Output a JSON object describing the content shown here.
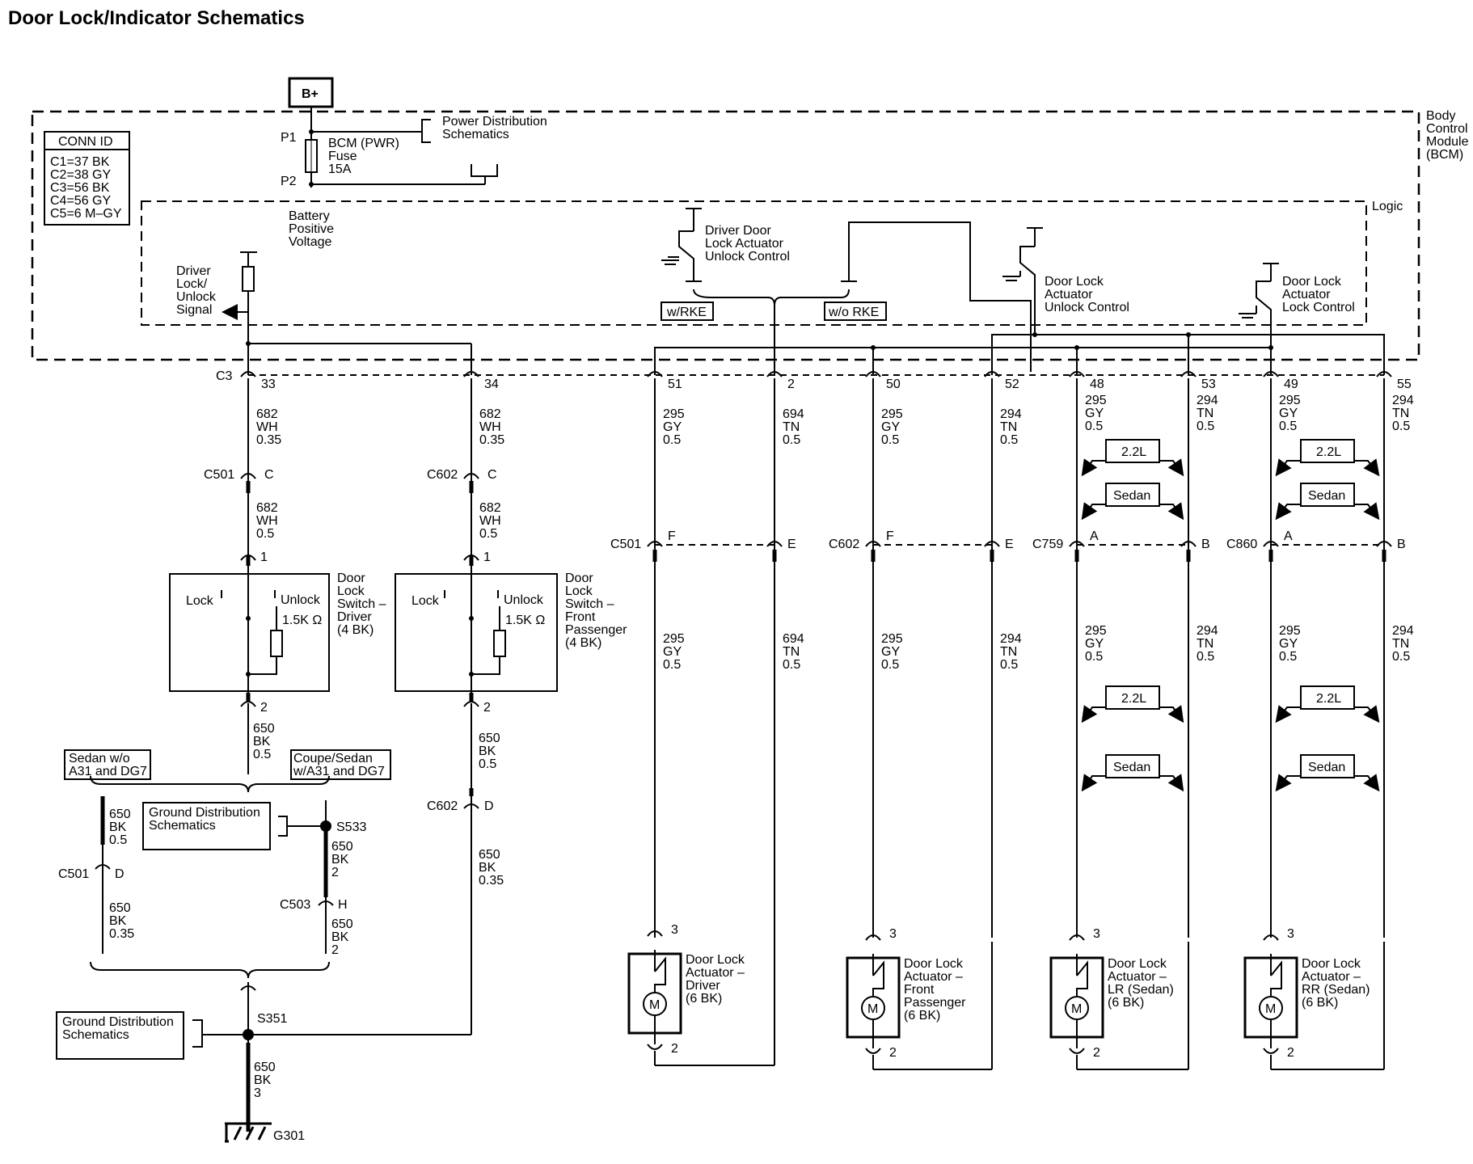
{
  "title": "Door Lock/Indicator Schematics",
  "power": {
    "label": "B+",
    "p1": "P1",
    "p2": "P2",
    "fuse": [
      "BCM (PWR)",
      "Fuse",
      "15A"
    ],
    "power_dist": [
      "Power Distribution",
      "Schematics"
    ],
    "bpv": [
      "Battery",
      "Positive",
      "Voltage"
    ]
  },
  "bcm": {
    "label": [
      "Body",
      "Control",
      "Module",
      "(BCM)"
    ],
    "logic": "Logic"
  },
  "conn_id": {
    "title": "CONN ID",
    "lines": [
      "C1=37 BK",
      "C2=38 GY",
      "C3=56 BK",
      "C4=56 GY",
      "C5=6 M–GY"
    ]
  },
  "logic_labels": {
    "driver_signal": [
      "Driver",
      "Lock/",
      "Unlock",
      "Signal"
    ],
    "driver_unlock_ctl": [
      "Driver Door",
      "Lock Actuator",
      "Unlock Control"
    ],
    "unlock_ctl": [
      "Door Lock",
      "Actuator",
      "Unlock Control"
    ],
    "lock_ctl": [
      "Door Lock",
      "Actuator",
      "Lock Control"
    ],
    "wrke": "w/RKE",
    "worke": "w/o RKE"
  },
  "c3": "C3",
  "pins": [
    "33",
    "34",
    "51",
    "2",
    "50",
    "52",
    "48",
    "53",
    "49",
    "55"
  ],
  "wires_top": [
    [
      "682",
      "WH",
      "0.35"
    ],
    [
      "682",
      "WH",
      "0.35"
    ],
    [
      "295",
      "GY",
      "0.5"
    ],
    [
      "694",
      "TN",
      "0.5"
    ],
    [
      "295",
      "GY",
      "0.5"
    ],
    [
      "294",
      "TN",
      "0.5"
    ],
    [
      "295",
      "GY",
      "0.5"
    ],
    [
      "294",
      "TN",
      "0.5"
    ],
    [
      "295",
      "GY",
      "0.5"
    ],
    [
      "294",
      "TN",
      "0.5"
    ]
  ],
  "wires_mid": [
    [
      "682",
      "WH",
      "0.5"
    ],
    [
      "682",
      "WH",
      "0.5"
    ]
  ],
  "wires_act": [
    [
      "295",
      "GY",
      "0.5"
    ],
    [
      "694",
      "TN",
      "0.5"
    ],
    [
      "295",
      "GY",
      "0.5"
    ],
    [
      "294",
      "TN",
      "0.5"
    ],
    [
      "295",
      "GY",
      "0.5"
    ],
    [
      "294",
      "TN",
      "0.5"
    ],
    [
      "295",
      "GY",
      "0.5"
    ],
    [
      "294",
      "TN",
      "0.5"
    ]
  ],
  "conn_labels": {
    "c501": "C501",
    "c602": "C602",
    "c759": "C759",
    "c860": "C860",
    "c503": "C503",
    "C": "C",
    "D": "D",
    "E": "E",
    "F": "F",
    "A": "A",
    "B": "B",
    "H": "H",
    "one": "1",
    "two": "2",
    "three": "3"
  },
  "option_labels": {
    "l22": "2.2L",
    "sedan": "Sedan"
  },
  "switches": [
    {
      "name": [
        "Door",
        "Lock",
        "Switch –",
        "Driver",
        "(4 BK)"
      ],
      "lock": "Lock",
      "unlock": "Unlock",
      "res": "1.5K Ω"
    },
    {
      "name": [
        "Door",
        "Lock",
        "Switch –",
        "Front",
        "Passenger",
        "(4 BK)"
      ],
      "lock": "Lock",
      "unlock": "Unlock",
      "res": "1.5K Ω"
    }
  ],
  "ground": {
    "sedan_wo": [
      "Sedan w/o",
      "A31 and DG7"
    ],
    "coupe_sedan": [
      "Coupe/Sedan",
      "w/A31 and DG7"
    ],
    "gds": [
      "Ground Distribution",
      "Schematics"
    ],
    "s533": "S533",
    "s351": "S351",
    "g301": "G301",
    "w650_05": [
      "650",
      "BK",
      "0.5"
    ],
    "w650_2": [
      "650",
      "BK",
      "2"
    ],
    "w650_035": [
      "650",
      "BK",
      "0.35"
    ],
    "w650_3": [
      "650",
      "BK",
      "3"
    ]
  },
  "actuators": [
    [
      "Door Lock",
      "Actuator –",
      "Driver",
      "(6 BK)"
    ],
    [
      "Door Lock",
      "Actuator –",
      "Front",
      "Passenger",
      "(6 BK)"
    ],
    [
      "Door Lock",
      "Actuator –",
      "LR (Sedan)",
      "(6 BK)"
    ],
    [
      "Door Lock",
      "Actuator –",
      "RR (Sedan)",
      "(6 BK)"
    ]
  ],
  "motor": "M"
}
